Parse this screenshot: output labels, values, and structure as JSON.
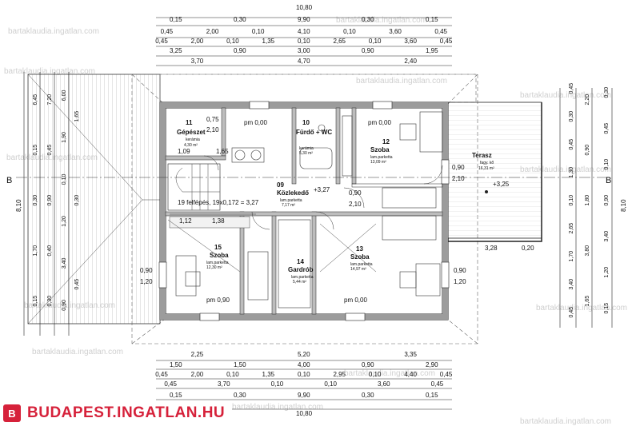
{
  "watermark": "bartaklaudia.ingatlan.com",
  "brand": {
    "text": "BUDAPEST.INGATLAN.HU",
    "logo_letter": "B"
  },
  "section": {
    "left": "B",
    "right": "B"
  },
  "top_dims": {
    "total": "10,80",
    "row1": [
      "0,15",
      "0,30",
      "9,90",
      "0,30",
      "0,15"
    ],
    "row2": [
      "0,45",
      "2,00",
      "0,10",
      "4,10",
      "0,10",
      "3,60",
      "0,45"
    ],
    "row3": [
      "0,45",
      "2,00",
      "0,10",
      "1,35",
      "0,10",
      "2,65",
      "0,10",
      "3,60",
      "0,45"
    ],
    "row4": [
      "3,25",
      "0,90",
      "3,00",
      "0,90",
      "1,95"
    ],
    "row5": [
      "3,70",
      "4,70",
      "2,40"
    ]
  },
  "bottom_dims": {
    "row1": [
      "2,25",
      "5,20",
      "3,35"
    ],
    "row2": [
      "1,50",
      "1,50",
      "4,00",
      "0,90",
      "2,90"
    ],
    "row3": [
      "0,45",
      "2,00",
      "0,10",
      "1,35",
      "0,10",
      "2,95",
      "0,10",
      "4,40",
      "0,45"
    ],
    "row4": [
      "0,45",
      "3,70",
      "0,10",
      "0,10",
      "3,60",
      "0,45"
    ],
    "row5": [
      "0,15",
      "0,30",
      "9,90",
      "0,30",
      "0,15"
    ],
    "total": "10,80"
  },
  "left_dims": {
    "total": "8,10",
    "col_a": [
      "6,45",
      "0,15",
      "0,30",
      "1,70",
      "0,15"
    ],
    "col_b": [
      "7,20",
      "0,45",
      "0,90",
      "0,40",
      "0,30"
    ],
    "col_c": [
      "6,00",
      "1,90",
      "0,10",
      "1,20",
      "3,40",
      "0,90"
    ],
    "col_d": [
      "1,65",
      "0,30",
      "0,45"
    ]
  },
  "right_dims": {
    "total": "8,10",
    "col_a": [
      "0,45",
      "0,30",
      "0,45",
      "1,30",
      "0,10",
      "2,65",
      "1,70",
      "3,40",
      "0,45"
    ],
    "col_b": [
      "2,20",
      "0,90",
      "1,80",
      "3,80",
      "1,65"
    ],
    "col_c": [
      "0,30",
      "0,45",
      "0,10",
      "0,90",
      "3,40",
      "1,20",
      "0,15"
    ]
  },
  "rooms": [
    {
      "num": "11",
      "name": "Gépészet",
      "floor": "kerámia",
      "area": "4,30 m²"
    },
    {
      "num": "10",
      "name": "Fürdő + WC",
      "floor": "kerámia",
      "area": "5,30 m²"
    },
    {
      "num": "12",
      "name": "Szoba",
      "floor": "lam.parketta",
      "area": "13,09 m²"
    },
    {
      "num": "09",
      "name": "Közlekedő",
      "floor": "lam.parketta",
      "area": "7,17 m²"
    },
    {
      "num": "15",
      "name": "Szoba",
      "floor": "lam.parketta",
      "area": "12,30 m²"
    },
    {
      "num": "14",
      "name": "Gardrób",
      "floor": "lam.parketta",
      "area": "5,44 m²"
    },
    {
      "num": "13",
      "name": "Szoba",
      "floor": "lam.parketta",
      "area": "14,97 m²"
    }
  ],
  "terrace": {
    "name": "Terasz",
    "floor": "fagy. kő",
    "area": "16,31 m²",
    "level": "+3,25"
  },
  "labels": {
    "pm": "pm 0,00",
    "pm90": "pm 0,90",
    "stair": "19 felfépés, 19x0,172 = 3,27",
    "level327": "+3,27",
    "d_075": "0,75",
    "d_210a": "2,10",
    "d_109": "1,09",
    "d_165": "1,65",
    "d_112": "1,12",
    "d_138": "1,38",
    "d_090": "0,90",
    "d_210": "2,10",
    "d_120": "1,20",
    "d_150": "1,50",
    "d_328": "3,28",
    "d_020": "0,20",
    "d_340": "3,40",
    "d_010": "0,10"
  }
}
